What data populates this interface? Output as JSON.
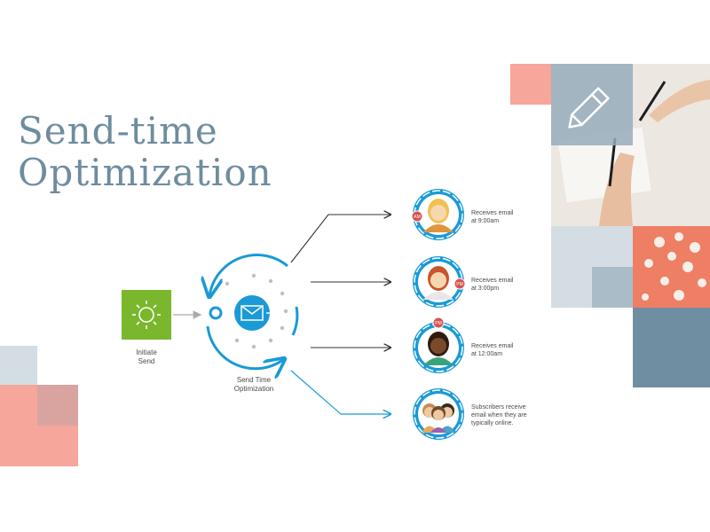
{
  "slide": {
    "title_line1": "Send-time",
    "title_line2": "Optimization"
  },
  "diagram": {
    "initiate_label": "Initiate\nSend",
    "hub_label": "Send Time\nOptimization",
    "recipients": [
      {
        "badge": "AM",
        "text": "Receives email\nat 9:00am",
        "hair": "#f2c14e",
        "skin": "#f6d7b0",
        "shirt": "#e0953d"
      },
      {
        "badge": "PM",
        "text": "Receives email\nat 3:00pm",
        "hair": "#c8552b",
        "skin": "#f6d7b0",
        "shirt": "#e7e7e7"
      },
      {
        "badge": "PM",
        "text": "Receives email\nat 12:00am",
        "hair": "#2d1b10",
        "skin": "#7a4a2a",
        "shirt": "#3aa27a"
      },
      {
        "badge": "",
        "text": "Subscribers receive\nemail when they are\ntypically online.",
        "hair": "#6b4a2f",
        "skin": "#f0c9a0",
        "shirt": "#9b5fb0"
      }
    ]
  },
  "colors": {
    "title": "#6e8d9e",
    "accent_blue": "#1a9ad6",
    "initiate_green": "#7ab72d",
    "badge_red": "#d9534f",
    "coral": "#f6a69a",
    "mauve": "#d9a4a0",
    "slate": "#6f8ea1",
    "light_slate": "#d4dde3"
  }
}
